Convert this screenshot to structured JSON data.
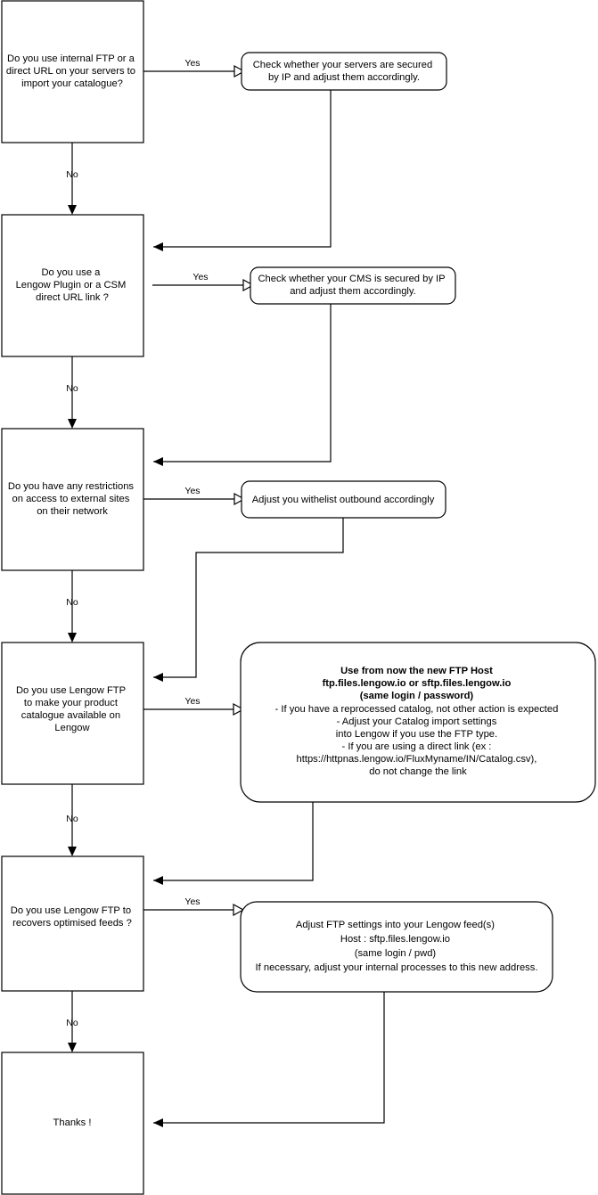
{
  "diagram": {
    "title": "Lengow FTP migration decision flowchart",
    "background_color": "#ffffff",
    "line_color": "#000000",
    "text_color": "#000000"
  },
  "nodes": {
    "q1": {
      "shape": "rectangle",
      "lines": [
        "Do you use internal FTP or a",
        "direct URL on your servers to",
        "import your catalogue?"
      ]
    },
    "a1": {
      "shape": "rounded-rectangle",
      "lines": [
        "Check whether your servers are secured",
        "by IP and adjust them accordingly."
      ]
    },
    "q2": {
      "shape": "rectangle",
      "lines": [
        "Do you use a",
        "Lengow Plugin or a CSM",
        "direct URL link ?"
      ]
    },
    "a2": {
      "shape": "rounded-rectangle",
      "lines": [
        "Check whether your CMS is secured by IP",
        "and adjust them accordingly."
      ]
    },
    "q3": {
      "shape": "rectangle",
      "lines": [
        "Do you have any restrictions",
        "on access to external sites",
        "on their network"
      ]
    },
    "a3": {
      "shape": "rounded-rectangle",
      "lines": [
        "Adjust you withelist outbound accordingly"
      ]
    },
    "q4": {
      "shape": "rectangle",
      "lines": [
        "Do you use Lengow FTP",
        "to make your product",
        "catalogue available on",
        "Lengow"
      ]
    },
    "a4": {
      "shape": "rounded-rectangle",
      "lines": [
        "Use from now the new FTP Host",
        "ftp.files.lengow.io or sftp.files.lengow.io",
        "(same login / password)",
        "- If you have a reprocessed catalog, not other action is expected",
        "- Adjust your Catalog import settings",
        "into Lengow if you use the FTP type.",
        "- If you are using a direct link (ex :",
        "https://httpnas.lengow.io/FluxMyname/IN/Catalog.csv),",
        "do not change the link"
      ],
      "bold_line_count": 3
    },
    "q5": {
      "shape": "rectangle",
      "lines": [
        "Do you use Lengow FTP to",
        "recovers optimised feeds ?"
      ]
    },
    "a5": {
      "shape": "rounded-rectangle",
      "lines": [
        "Adjust FTP settings into your Lengow feed(s)",
        "Host : sftp.files.lengow.io",
        "(same login / pwd)",
        "If necessary, adjust your internal processes to this new address."
      ]
    },
    "end": {
      "shape": "rectangle",
      "lines": [
        "Thanks !"
      ]
    }
  },
  "edge_labels": {
    "yes1": "Yes",
    "no1": "No",
    "yes2": "Yes",
    "no2": "No",
    "yes3": "Yes",
    "no3": "No",
    "yes4": "Yes",
    "no4": "No",
    "yes5": "Yes",
    "no5": "No"
  }
}
